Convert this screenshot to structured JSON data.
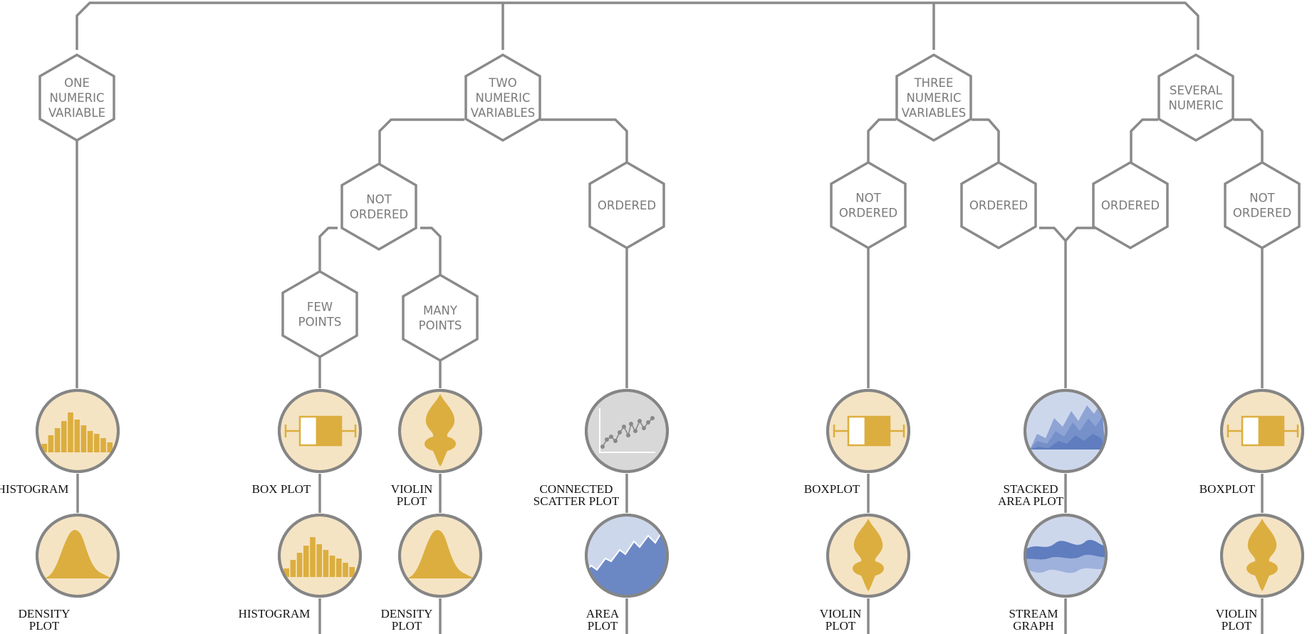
{
  "colors": {
    "line": "#8a8a8a",
    "hex_fill": "#ffffff",
    "hex_text": "#7a7a7a",
    "yellow_bg": "#f5e4c3",
    "yellow_fg": "#dcae3f",
    "gray_bg": "#d8d8d8",
    "blue_bg": "#cdd7ec",
    "blue_fg": "#6c88c4",
    "label_text": "#111111"
  },
  "decision_nodes": [
    {
      "id": "one-numeric-variable",
      "lines": [
        "ONE",
        "NUMERIC",
        "VARIABLE"
      ]
    },
    {
      "id": "two-numeric-variables",
      "lines": [
        "TWO",
        "NUMERIC",
        "VARIABLES"
      ]
    },
    {
      "id": "three-numeric-variables",
      "lines": [
        "THREE",
        "NUMERIC",
        "VARIABLES"
      ]
    },
    {
      "id": "several-numeric",
      "lines": [
        "SEVERAL",
        "NUMERIC"
      ]
    },
    {
      "id": "two-not-ordered",
      "lines": [
        "NOT",
        "ORDERED"
      ]
    },
    {
      "id": "two-ordered",
      "lines": [
        "ORDERED"
      ]
    },
    {
      "id": "few-points",
      "lines": [
        "FEW",
        "POINTS"
      ]
    },
    {
      "id": "many-points",
      "lines": [
        "MANY",
        "POINTS"
      ]
    },
    {
      "id": "three-not-ordered",
      "lines": [
        "NOT",
        "ORDERED"
      ]
    },
    {
      "id": "three-ordered",
      "lines": [
        "ORDERED"
      ]
    },
    {
      "id": "several-ordered",
      "lines": [
        "ORDERED"
      ]
    },
    {
      "id": "several-not-ordered",
      "lines": [
        "NOT",
        "ORDERED"
      ]
    }
  ],
  "chart_nodes": [
    {
      "id": "histogram-1",
      "icon": "histogram",
      "theme": "yellow",
      "label": [
        "HISTOGRAM"
      ]
    },
    {
      "id": "density-plot-1",
      "icon": "density",
      "theme": "yellow",
      "label": [
        "DENSITY",
        "PLOT"
      ]
    },
    {
      "id": "box-plot-1",
      "icon": "boxplot",
      "theme": "yellow",
      "label": [
        "BOX PLOT"
      ]
    },
    {
      "id": "histogram-2",
      "icon": "histogram",
      "theme": "yellow",
      "label": [
        "HISTOGRAM"
      ]
    },
    {
      "id": "violin-plot-1",
      "icon": "violin",
      "theme": "yellow",
      "label": [
        "VIOLIN",
        "PLOT"
      ]
    },
    {
      "id": "density-plot-2",
      "icon": "density",
      "theme": "yellow",
      "label": [
        "DENSITY",
        "PLOT"
      ]
    },
    {
      "id": "connected-scatter-plot",
      "icon": "connected-scatter",
      "theme": "gray",
      "label": [
        "CONNECTED",
        "SCATTER PLOT"
      ]
    },
    {
      "id": "area-plot",
      "icon": "area",
      "theme": "blue",
      "label": [
        "AREA",
        "PLOT"
      ]
    },
    {
      "id": "boxplot-2",
      "icon": "boxplot",
      "theme": "yellow",
      "label": [
        "BOXPLOT"
      ]
    },
    {
      "id": "violin-plot-2",
      "icon": "violin",
      "theme": "yellow",
      "label": [
        "VIOLIN",
        "PLOT"
      ]
    },
    {
      "id": "stacked-area-plot",
      "icon": "stacked-area",
      "theme": "blue",
      "label": [
        "STACKED",
        "AREA PLOT"
      ]
    },
    {
      "id": "stream-graph",
      "icon": "stream",
      "theme": "blue",
      "label": [
        "STREAM",
        "GRAPH"
      ]
    },
    {
      "id": "boxplot-3",
      "icon": "boxplot",
      "theme": "yellow",
      "label": [
        "BOXPLOT"
      ]
    },
    {
      "id": "violin-plot-3",
      "icon": "violin",
      "theme": "yellow",
      "label": [
        "VIOLIN",
        "PLOT"
      ]
    }
  ]
}
